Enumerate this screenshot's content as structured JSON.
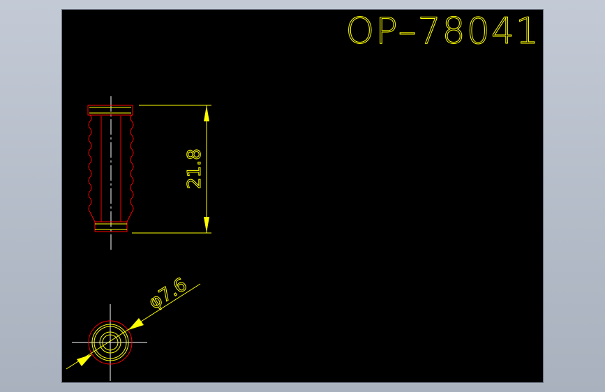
{
  "drawing": {
    "part_number": "OP–78041",
    "dimensions": {
      "length_label": "21.8",
      "diameter_label": "φ7.6"
    },
    "colors": {
      "background": "#000000",
      "frame": "#a9b1be",
      "dimension": "#ffff00",
      "outline": "#ff0000",
      "centerline": "#ffffff"
    }
  }
}
